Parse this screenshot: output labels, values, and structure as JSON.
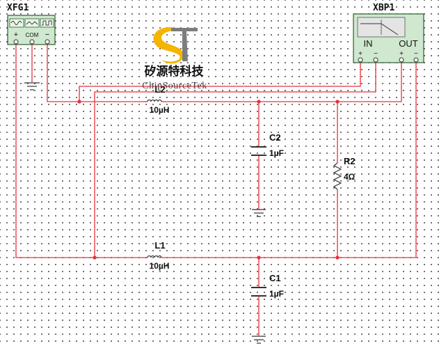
{
  "instruments": {
    "function_generator": {
      "title": "XFG1",
      "terminals": {
        "plus": "+",
        "com": "COM",
        "minus": "−"
      }
    },
    "bode_plotter": {
      "title": "XBP1",
      "in_label": "IN",
      "out_label": "OUT",
      "in_plus": "+",
      "in_minus": "−",
      "out_plus": "+",
      "out_minus": "−"
    }
  },
  "logo": {
    "chinese_text": "矽源特科技",
    "english_text": "ChipSourceTek"
  },
  "components": {
    "L2": {
      "ref": "L2",
      "value": "10µH"
    },
    "L1": {
      "ref": "L1",
      "value": "10µH"
    },
    "C2": {
      "ref": "C2",
      "value": "1µF"
    },
    "C1": {
      "ref": "C1",
      "value": "1µF"
    },
    "R2": {
      "ref": "R2",
      "value": "4Ω"
    }
  },
  "colors": {
    "wire": "#e8303a",
    "ground": "#333333",
    "instrument_fill": "#cfe8cf",
    "instrument_border": "#2e5b2e",
    "logo_yellow": "#f4b400",
    "logo_gray": "#7d7d7d"
  }
}
